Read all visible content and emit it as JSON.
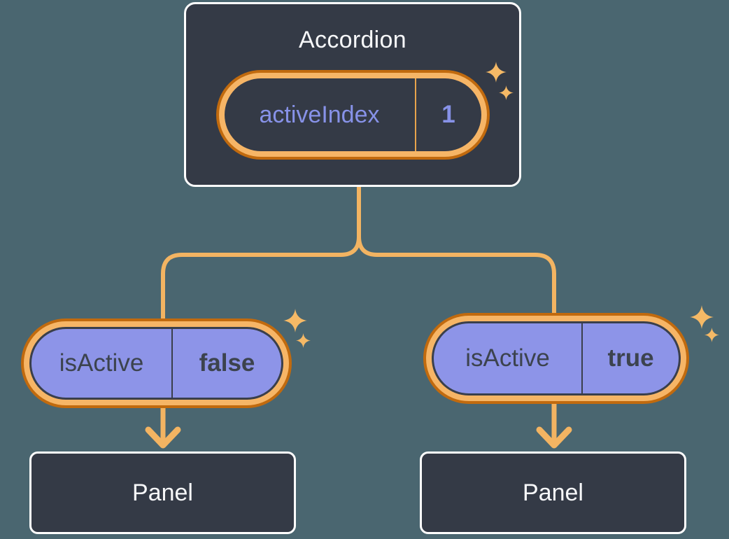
{
  "colors": {
    "background": "#4a6670",
    "node-bg": "#343a46",
    "node-border": "#ffffff",
    "node-text": "#f6f7f9",
    "ring-outer": "#c16a0e",
    "ring-inner": "#f6b566",
    "divider-orange": "#e8a44c",
    "prop-fill": "#8d94e8",
    "prop-border": "#3a3f4b",
    "prop-text": "#3c434e",
    "state-text": "#8792e8",
    "connector": "#f3b462",
    "sparkle": "#f5b966"
  },
  "diagram": {
    "accordion": {
      "title": "Accordion",
      "state_pill": {
        "name": "activeIndex",
        "value": "1"
      }
    },
    "children": [
      {
        "prop_pill": {
          "name": "isActive",
          "value": "false"
        },
        "panel": {
          "label": "Panel"
        }
      },
      {
        "prop_pill": {
          "name": "isActive",
          "value": "true"
        },
        "panel": {
          "label": "Panel"
        }
      }
    ]
  }
}
